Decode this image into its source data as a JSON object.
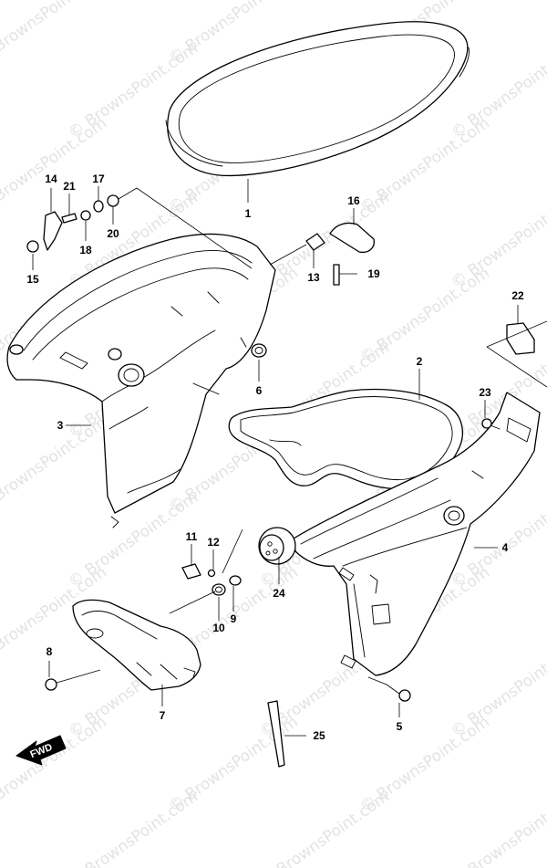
{
  "watermark": {
    "text": "© BrownsPoint.com"
  },
  "fwd_label": "FWD",
  "callouts": [
    {
      "id": "1",
      "label": "1"
    },
    {
      "id": "2",
      "label": "2"
    },
    {
      "id": "3",
      "label": "3"
    },
    {
      "id": "4",
      "label": "4"
    },
    {
      "id": "5",
      "label": "5"
    },
    {
      "id": "6",
      "label": "6"
    },
    {
      "id": "7",
      "label": "7"
    },
    {
      "id": "8",
      "label": "8"
    },
    {
      "id": "9",
      "label": "9"
    },
    {
      "id": "10",
      "label": "10"
    },
    {
      "id": "11",
      "label": "11"
    },
    {
      "id": "12",
      "label": "12"
    },
    {
      "id": "13",
      "label": "13"
    },
    {
      "id": "14",
      "label": "14"
    },
    {
      "id": "15",
      "label": "15"
    },
    {
      "id": "16",
      "label": "16"
    },
    {
      "id": "17",
      "label": "17"
    },
    {
      "id": "18",
      "label": "18"
    },
    {
      "id": "19",
      "label": "19"
    },
    {
      "id": "20",
      "label": "20"
    },
    {
      "id": "21",
      "label": "21"
    },
    {
      "id": "22",
      "label": "22"
    },
    {
      "id": "23",
      "label": "23"
    },
    {
      "id": "24",
      "label": "24"
    },
    {
      "id": "25",
      "label": "25"
    }
  ]
}
